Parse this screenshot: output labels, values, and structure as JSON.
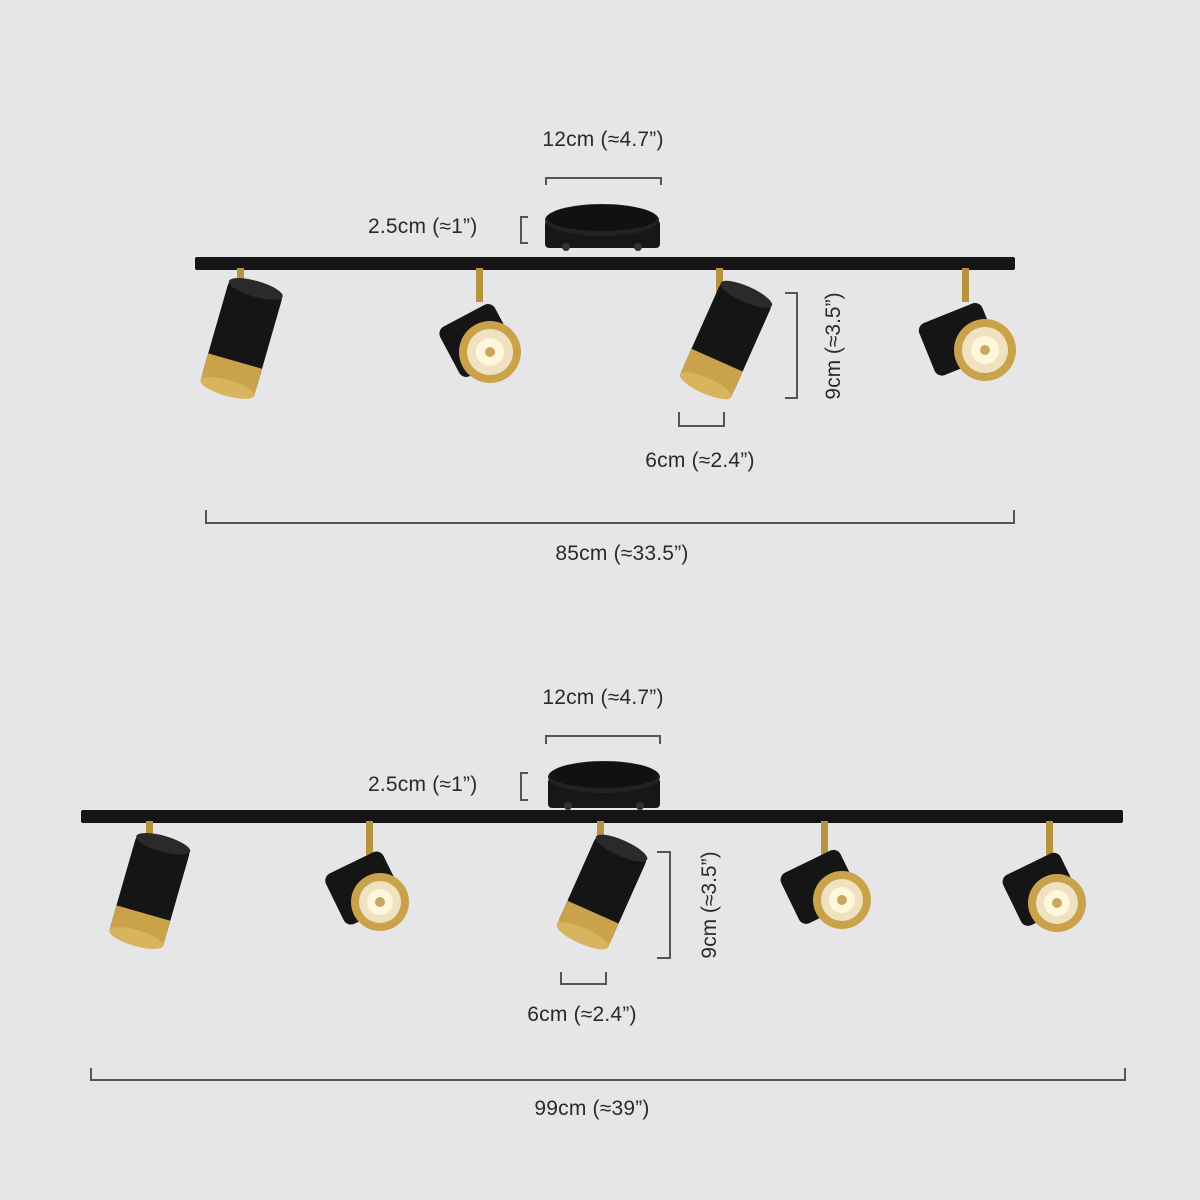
{
  "diagrams": [
    {
      "name": "4-light",
      "spots": 4,
      "canopy_width": "12cm (≈4.7”)",
      "canopy_height": "2.5cm (≈1”)",
      "spot_height": "9cm (≈3.5”)",
      "spot_diameter": "6cm (≈2.4”)",
      "total_length": "85cm (≈33.5”)"
    },
    {
      "name": "5-light",
      "spots": 5,
      "canopy_width": "12cm (≈4.7”)",
      "canopy_height": "2.5cm (≈1”)",
      "spot_height": "9cm (≈3.5”)",
      "spot_diameter": "6cm (≈2.4”)",
      "total_length": "99cm (≈39”)"
    }
  ],
  "colors": {
    "background": "#e6e6e8",
    "fixture_black": "#151515",
    "brass": "#c9a24a",
    "dimension_line": "#555555"
  }
}
